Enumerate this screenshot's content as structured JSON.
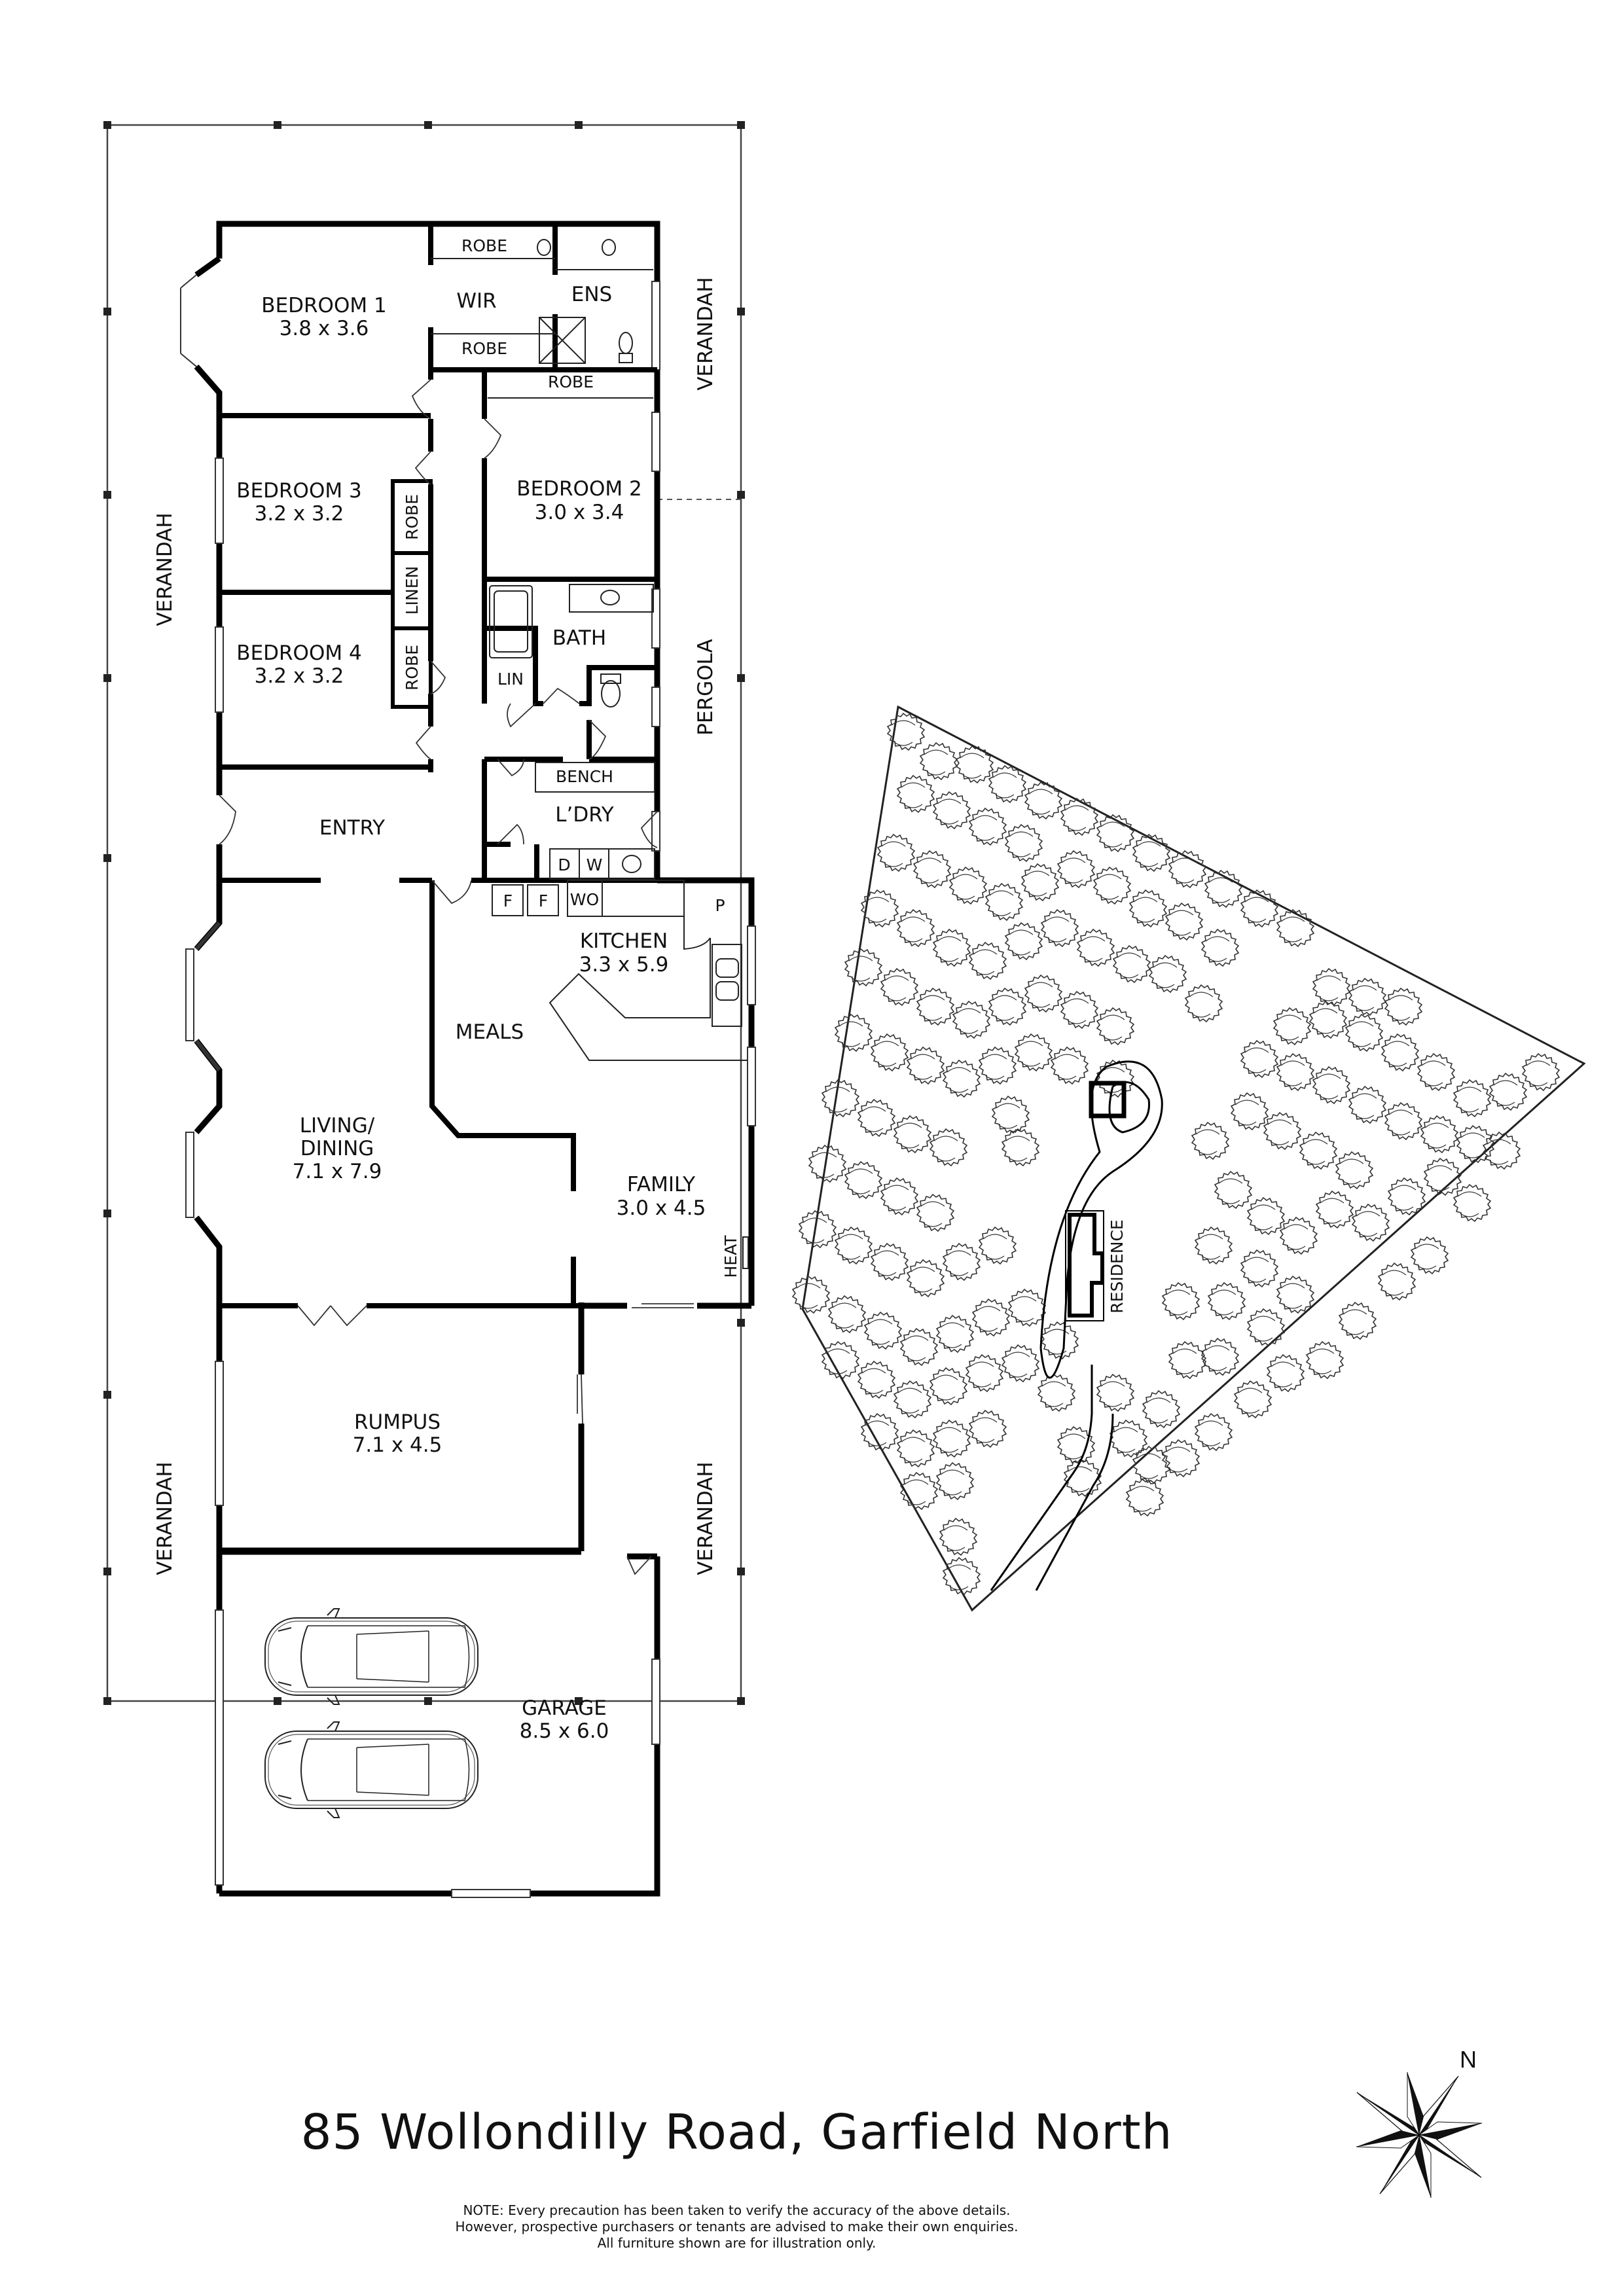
{
  "document": {
    "title": "85 Wollondilly Road, Garfield North",
    "disclaimer": [
      "NOTE: Every precaution has been taken to verify the accuracy of the above details.",
      "However, prospective purchasers or tenants are advised to make their own enquiries.",
      "All furniture shown are for illustration only."
    ]
  },
  "floor_plan": {
    "rooms": {
      "bedroom1": {
        "name": "BEDROOM 1",
        "dims": "3.8 x 3.6"
      },
      "bedroom2": {
        "name": "BEDROOM 2",
        "dims": "3.0 x 3.4"
      },
      "bedroom3": {
        "name": "BEDROOM 3",
        "dims": "3.2 x 3.2"
      },
      "bedroom4": {
        "name": "BEDROOM 4",
        "dims": "3.2 x 3.2"
      },
      "kitchen": {
        "name": "KITCHEN",
        "dims": "3.3 x 5.9"
      },
      "living": {
        "name_line1": "LIVING/",
        "name_line2": "DINING",
        "dims": "7.1 x 7.9"
      },
      "family": {
        "name": "FAMILY",
        "dims": "3.0 x 4.5"
      },
      "rumpus": {
        "name": "RUMPUS",
        "dims": "7.1 x 4.5"
      },
      "garage": {
        "name": "GARAGE",
        "dims": "8.5 x 6.0"
      }
    },
    "labels": {
      "wir": "WIR",
      "ens": "ENS",
      "robe": "ROBE",
      "linen": "LINEN",
      "bath": "BATH",
      "lin": "LIN",
      "bench": "BENCH",
      "laundry": "L’DRY",
      "entry": "ENTRY",
      "meals": "MEALS",
      "pantry": "P",
      "fridge": "F",
      "wall_oven": "WO",
      "dryer": "D",
      "washer": "W",
      "heater": "HEAT",
      "verandah": "VERANDAH",
      "pergola": "PERGOLA"
    }
  },
  "site_plan": {
    "residence_label": "RESIDENCE"
  },
  "compass": {
    "north_label": "N"
  }
}
